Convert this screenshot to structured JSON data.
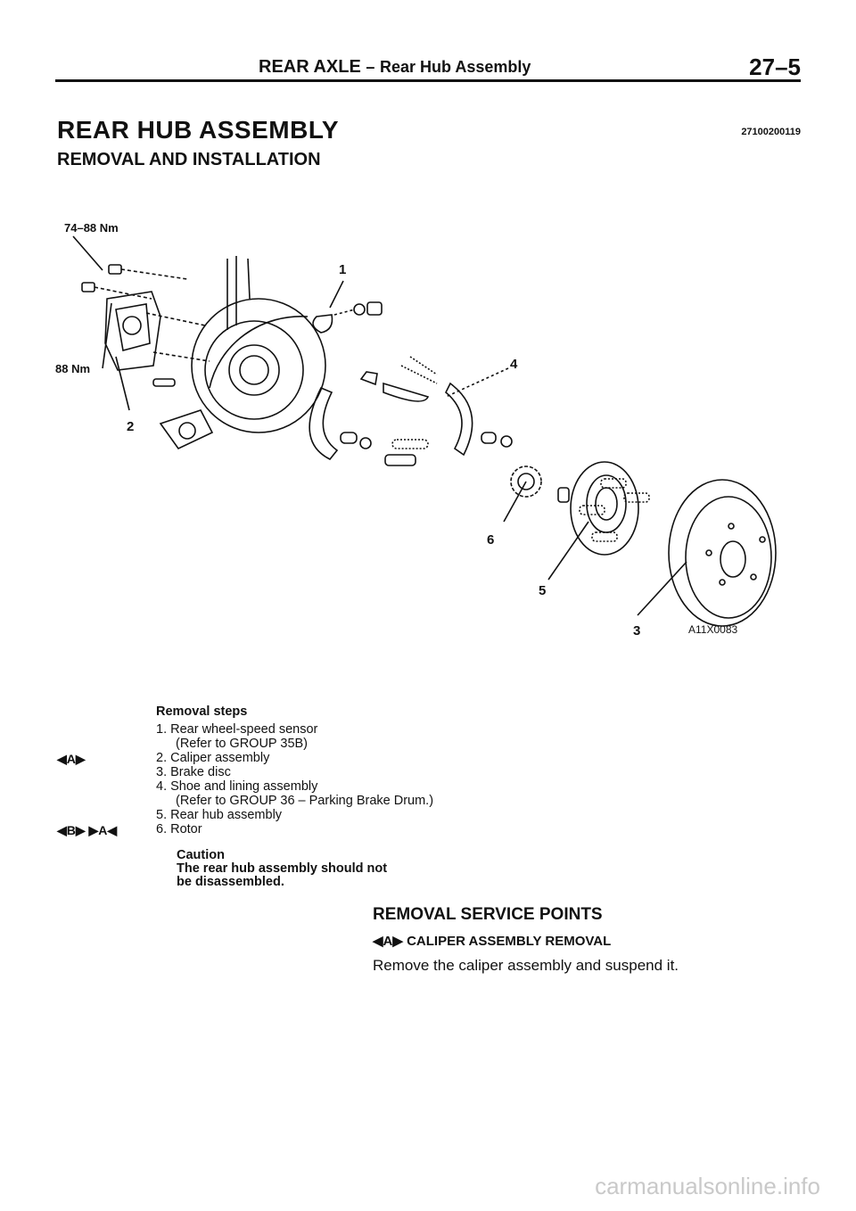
{
  "header": {
    "section": "REAR AXLE",
    "dash": "–",
    "subsection": "Rear Hub Assembly",
    "page_number": "27–5"
  },
  "title": "REAR HUB ASSEMBLY",
  "doc_number": "27100200119",
  "subtitle": "REMOVAL AND INSTALLATION",
  "figure": {
    "torque_top": "74–88 Nm",
    "torque_left": "88 Nm",
    "callouts": [
      "1",
      "2",
      "3",
      "4",
      "5",
      "6"
    ],
    "figure_code": "A11X0083"
  },
  "removal_steps": {
    "title": "Removal steps",
    "steps": [
      {
        "text": "1. Rear wheel-speed sensor",
        "note": "(Refer to GROUP 35B)"
      },
      {
        "text": "2. Caliper assembly",
        "mark": "◀A▶"
      },
      {
        "text": "3. Brake disc"
      },
      {
        "text": "4. Shoe and lining assembly",
        "note": "(Refer to GROUP 36 – Parking Brake Drum.)"
      },
      {
        "text": "5. Rear hub assembly"
      },
      {
        "text": "6. Rotor",
        "mark": "◀B▶  ▶A◀"
      }
    ]
  },
  "caution": {
    "title": "Caution",
    "line1": "The rear hub assembly should not",
    "line2": "be disassembled."
  },
  "service": {
    "title": "REMOVAL SERVICE POINTS",
    "sub_mark": "◀A▶",
    "sub_title": "CALIPER ASSEMBLY REMOVAL",
    "body": "Remove the caliper assembly and suspend it."
  },
  "watermark": "carmanualsonline.info"
}
